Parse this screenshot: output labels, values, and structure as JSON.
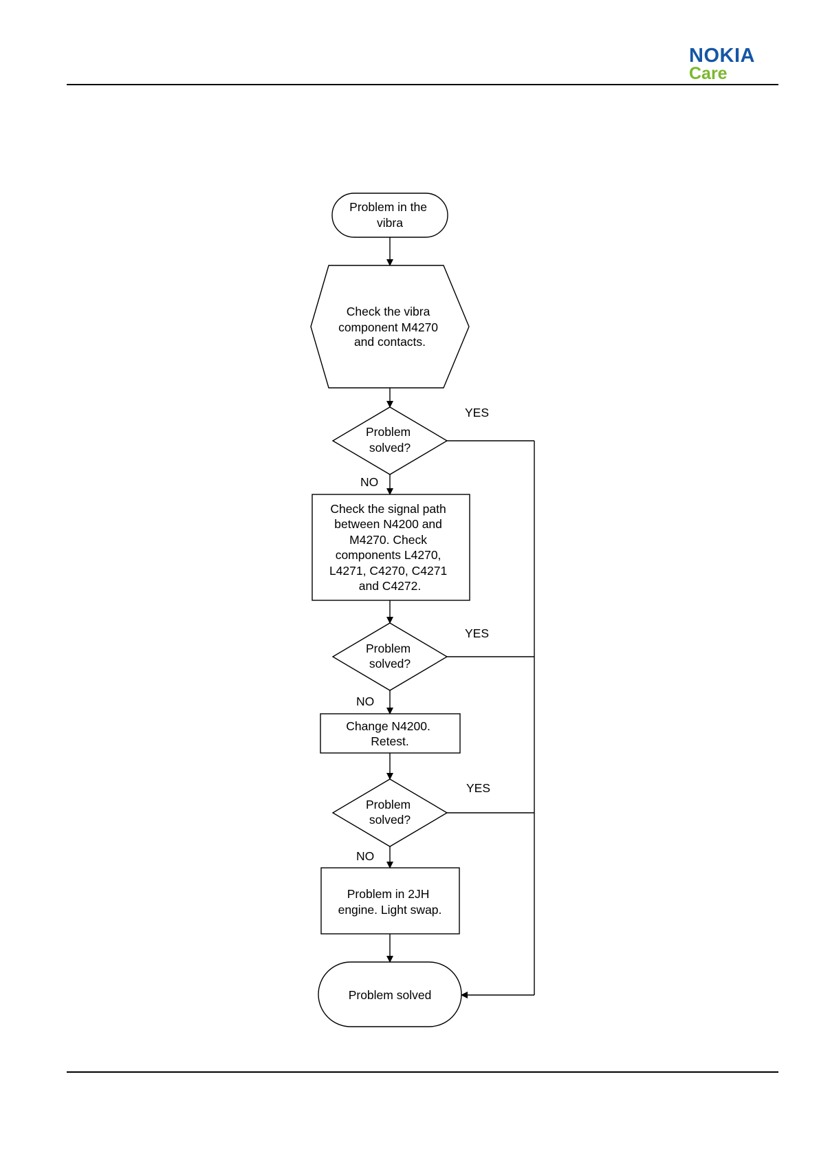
{
  "header": {
    "logo_brand": "NOKIA",
    "logo_sub": "Care",
    "colors": {
      "brand_blue": "#1556a6",
      "care_green": "#7ab82d"
    }
  },
  "flowchart": {
    "start": [
      "Problem in the",
      "vibra"
    ],
    "check_vibra": [
      "Check the vibra",
      "component M4270",
      "and contacts."
    ],
    "decision_1": [
      "Problem",
      "solved?"
    ],
    "check_signal": [
      "Check the signal path",
      "between N4200 and",
      "M4270. Check",
      "components L4270,",
      "L4271, C4270, C4271",
      "and C4272."
    ],
    "decision_2": [
      "Problem",
      "solved?"
    ],
    "change_n4200": [
      "Change N4200.",
      "Retest."
    ],
    "decision_3": [
      "Problem",
      "solved?"
    ],
    "engine": [
      "Problem in 2JH",
      "engine. Light swap."
    ],
    "end": [
      "Problem solved"
    ],
    "yes_label": "YES",
    "no_label": "NO"
  }
}
